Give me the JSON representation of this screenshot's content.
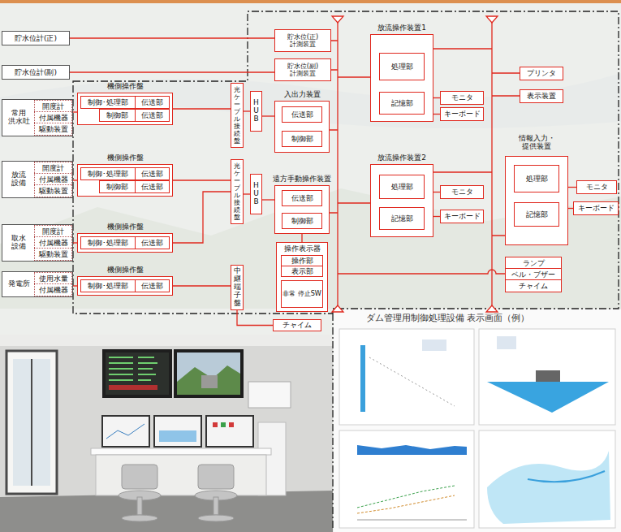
{
  "diagram": {
    "nodes": [
      {
        "text": [
          "貯水位計(正)"
        ]
      },
      {
        "text": [
          "貯水位計(副)"
        ]
      },
      {
        "text": [
          "常用 洪水吐"
        ]
      },
      {
        "text": [
          "開度計"
        ],
        "in": 2
      },
      {
        "text": [
          "付属機器"
        ],
        "in": 2
      },
      {
        "text": [
          "駆動装置"
        ],
        "in": 2
      },
      {
        "text": [
          "放流 設備"
        ]
      },
      {
        "text": [
          "開度計"
        ],
        "in": 6
      },
      {
        "text": [
          "付属機器"
        ],
        "in": 6
      },
      {
        "text": [
          "駆動装置"
        ],
        "in": 6
      },
      {
        "text": [
          "取水 設備"
        ]
      },
      {
        "text": [
          "開度計"
        ],
        "in": 10
      },
      {
        "text": [
          "付属機器"
        ],
        "in": 10
      },
      {
        "text": [
          "駆動装置"
        ],
        "in": 10
      },
      {
        "text": [
          "発電所"
        ]
      },
      {
        "text": [
          "使用水量"
        ],
        "in": 14
      },
      {
        "text": [
          "付属機器"
        ],
        "in": 14
      },
      {
        "text": [
          "機側操作盤"
        ]
      },
      {
        "text": [
          "制御･処理部"
        ],
        "in": 17
      },
      {
        "text": [
          "伝送部"
        ],
        "in": 17
      },
      {
        "text": [
          "制御部"
        ],
        "in": 17
      },
      {
        "text": [
          "伝送部"
        ],
        "in": 17
      },
      {
        "text": [
          "機側操作盤"
        ]
      },
      {
        "text": [
          "制御･処理部"
        ],
        "in": 22
      },
      {
        "text": [
          "伝送部"
        ],
        "in": 22
      },
      {
        "text": [
          "制御部"
        ],
        "in": 22
      },
      {
        "text": [
          "伝送部"
        ],
        "in": 22
      },
      {
        "text": [
          "機側操作盤"
        ]
      },
      {
        "text": [
          "制御･処理部"
        ],
        "in": 27
      },
      {
        "text": [
          "伝送部"
        ],
        "in": 27
      },
      {
        "text": [
          "機側操作盤"
        ]
      },
      {
        "text": [
          "制御･処理部"
        ],
        "in": 30
      },
      {
        "text": [
          "伝送部"
        ],
        "in": 30
      },
      {
        "text": [
          "光ケーブル接続盤"
        ]
      },
      {
        "text": [
          "光ケーブル接続盤"
        ]
      },
      {
        "text": [
          "中継端子盤"
        ]
      },
      {
        "text": [
          "HUB"
        ]
      },
      {
        "text": [
          "HUB"
        ]
      },
      {
        "text": [
          "貯水位(正) 計測装置"
        ]
      },
      {
        "text": [
          "貯水位(副) 計測装置"
        ]
      },
      {
        "text": [
          "入出力装置"
        ]
      },
      {
        "text": [
          "伝送部"
        ],
        "in": 40
      },
      {
        "text": [
          "制御部"
        ],
        "in": 40
      },
      {
        "text": [
          "遠方手動操作装置"
        ]
      },
      {
        "text": [
          "伝送部"
        ],
        "in": 43
      },
      {
        "text": [
          "制御部"
        ],
        "in": 43
      },
      {
        "text": [
          "操作表示器"
        ]
      },
      {
        "text": [
          "操作部"
        ],
        "in": 46
      },
      {
        "text": [
          "表示部"
        ],
        "in": 46
      },
      {
        "text": [
          "非常 停止SW"
        ],
        "in": 46
      },
      {
        "text": [
          "チャイム"
        ]
      },
      {
        "text": [
          "放流操作装置1"
        ]
      },
      {
        "text": [
          "処理部"
        ],
        "in": 51
      },
      {
        "text": [
          "記憶部"
        ],
        "in": 51
      },
      {
        "text": [
          "モニタ"
        ]
      },
      {
        "text": [
          "キーボード"
        ]
      },
      {
        "text": [
          "放流操作装置2"
        ]
      },
      {
        "text": [
          "処理部"
        ],
        "in": 56
      },
      {
        "text": [
          "記憶部"
        ],
        "in": 56
      },
      {
        "text": [
          "モニタ"
        ]
      },
      {
        "text": [
          "キーボード"
        ]
      },
      {
        "text": [
          "プリンタ"
        ]
      },
      {
        "text": [
          "表示装置"
        ]
      },
      {
        "text": [
          "情報入力・ 提供装置"
        ]
      },
      {
        "text": [
          "処理部"
        ],
        "in": 63
      },
      {
        "text": [
          "記憶部"
        ],
        "in": 63
      },
      {
        "text": [
          "モニタ"
        ]
      },
      {
        "text": [
          "キーボード"
        ]
      },
      {
        "text": [
          "ランプ"
        ]
      },
      {
        "text": [
          "ベル・ブザー"
        ]
      },
      {
        "text": [
          "チャイム"
        ]
      }
    ],
    "edges": [
      {
        "from": 0,
        "to": 38,
        "arrow": "none"
      },
      {
        "from": 1,
        "to": 39,
        "arrow": "none"
      },
      {
        "from": 2,
        "to": 17,
        "arrow": "none"
      },
      {
        "from": 6,
        "to": 22,
        "arrow": "none"
      },
      {
        "from": 10,
        "to": 27,
        "arrow": "none"
      },
      {
        "from": 14,
        "to": 30,
        "arrow": "none"
      },
      {
        "from": 17,
        "to": 33,
        "arrow": "none"
      },
      {
        "from": 22,
        "to": 34,
        "arrow": "none"
      },
      {
        "from": 27,
        "to": 34,
        "arrow": "none"
      },
      {
        "from": 30,
        "to": 35,
        "arrow": "none"
      },
      {
        "from": 33,
        "to": 36,
        "arrow": "none"
      },
      {
        "from": 34,
        "to": 37,
        "arrow": "none"
      },
      {
        "from": 36,
        "to": 40,
        "arrow": "none"
      },
      {
        "from": 37,
        "to": 43,
        "arrow": "none"
      },
      {
        "from": 35,
        "to": 50,
        "arrow": "none"
      },
      {
        "from": 43,
        "to": 46,
        "arrow": "none"
      },
      {
        "from": 51,
        "to": 54,
        "arrow": "none"
      },
      {
        "from": 51,
        "to": 55,
        "arrow": "none"
      },
      {
        "from": 56,
        "to": 59,
        "arrow": "none"
      },
      {
        "from": 56,
        "to": 60,
        "arrow": "none"
      },
      {
        "from": 63,
        "to": 66,
        "arrow": "none"
      },
      {
        "from": 63,
        "to": 67,
        "arrow": "none"
      }
    ],
    "labels": [
      "ダム管理用制御処理設備 表示画面（例）"
    ]
  }
}
